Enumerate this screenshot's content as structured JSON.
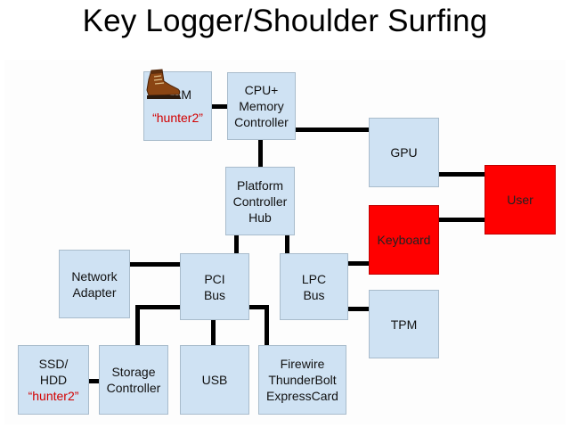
{
  "title": "Key Logger/Shoulder Surfing",
  "boxes": {
    "ram": {
      "label": "RAM",
      "secret": "“hunter2”"
    },
    "cpu": {
      "lines": [
        "CPU+",
        "Memory",
        "Controller"
      ]
    },
    "gpu": {
      "label": "GPU"
    },
    "user": {
      "label": "User"
    },
    "pch": {
      "lines": [
        "Platform",
        "Controller",
        "Hub"
      ]
    },
    "keyboard": {
      "label": "Keyboard"
    },
    "network": {
      "lines": [
        "Network",
        "Adapter"
      ]
    },
    "pci": {
      "lines": [
        "PCI",
        "Bus"
      ]
    },
    "lpc": {
      "lines": [
        "LPC",
        "Bus"
      ]
    },
    "tpm": {
      "label": "TPM"
    },
    "ssd": {
      "lines": [
        "SSD/",
        "HDD"
      ],
      "secret": "“hunter2”"
    },
    "storage": {
      "lines": [
        "Storage",
        "Controller"
      ]
    },
    "usb": {
      "label": "USB"
    },
    "firewire": {
      "lines": [
        "Firewire",
        "ThunderBolt",
        "ExpressCard"
      ]
    }
  },
  "colors": {
    "box_fill": "#cfe2f3",
    "highlight_fill": "#ff0000",
    "secret_text": "#d30000",
    "connector": "#000000"
  },
  "icons": {
    "attacker": "hiking-boot-icon"
  }
}
